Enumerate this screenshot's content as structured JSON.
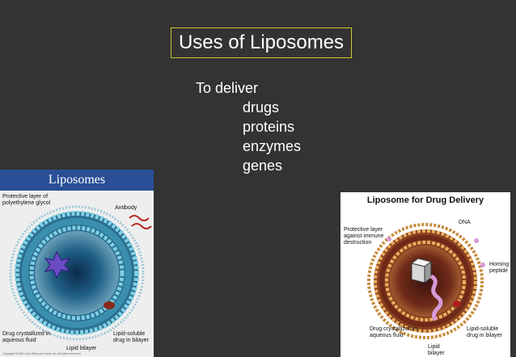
{
  "slide": {
    "title": "Uses of Liposomes",
    "intro": "To deliver",
    "items": [
      "drugs",
      "proteins",
      "enzymes",
      "genes"
    ]
  },
  "figure_left": {
    "header": "Liposomes",
    "labels": {
      "protective": "Protective layer of polyethylene glycol",
      "antibody": "Antibody",
      "drug_fluid": "Drug crystallized in aqueous fluid",
      "lipid_soluble": "Lipid-soluble drug in bilayer",
      "bilayer": "Lipid bilayer"
    },
    "copyright": "Copyright ©1996 John Wiley and Sons, Inc. All rights reserved."
  },
  "figure_right": {
    "header": "Liposome for Drug Delivery",
    "labels": {
      "dna": "DNA",
      "protective": "Protective layer against immune destruction",
      "homing": "Homing peptide",
      "drug_fluid": "Drug crystallized in aqueous fluid",
      "lipid_soluble": "Lipid-soluble drug in bilayer",
      "bilayer": "Lipid bilayer"
    }
  },
  "colors": {
    "background": "#333333",
    "title_border": "#c8c832",
    "left_header": "#2a4f96"
  }
}
